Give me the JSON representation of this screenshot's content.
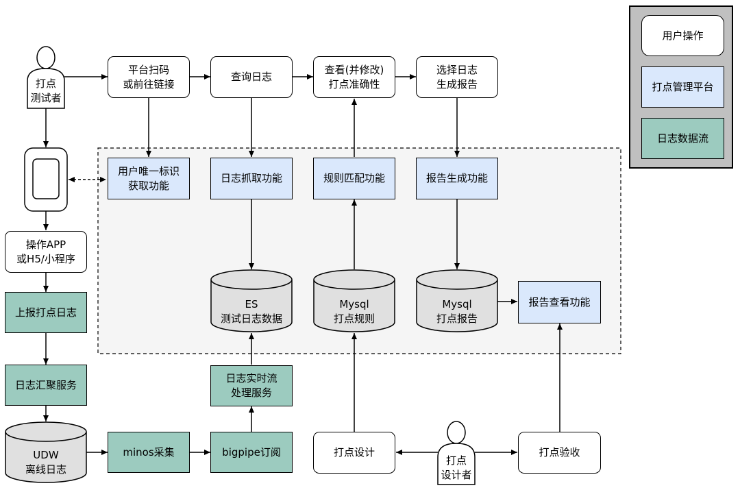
{
  "legend": {
    "user_op": "用户操作",
    "platform": "打点管理平台",
    "data_flow": "日志数据流"
  },
  "actors": {
    "tester": "打点\n测试者",
    "designer": "打点\n设计者"
  },
  "flow": {
    "scan": "平台扫码\n或前往链接",
    "query": "查询日志",
    "view_modify": "查看(并修改)\n打点准确性",
    "select_report": "选择日志\n生成报告",
    "operate_app": "操作APP\n或H5/小程序",
    "design": "打点设计",
    "acceptance": "打点验收"
  },
  "functions": {
    "user_id": "用户唯一标识\n获取功能",
    "log_fetch": "日志抓取功能",
    "rule_match": "规则匹配功能",
    "report_gen": "报告生成功能",
    "report_view": "报告查看功能"
  },
  "data_services": {
    "upload_log": "上报打点日志",
    "log_aggregate": "日志汇聚服务",
    "minos": "minos采集",
    "bigpipe": "bigpipe订阅",
    "realtime": "日志实时流\n处理服务"
  },
  "stores": {
    "udw": "UDW\n离线日志",
    "es": "ES\n测试日志数据",
    "mysql_rules": "Mysql\n打点规则",
    "mysql_report": "Mysql\n打点报告"
  },
  "colors": {
    "white_box": "#ffffff",
    "platform_box": "#dae8fc",
    "data_box": "#9ccbbf",
    "db_fill": "#e0e0e0",
    "legend_bg": "#c0c0c0",
    "platform_region": "#f5f5f5"
  }
}
